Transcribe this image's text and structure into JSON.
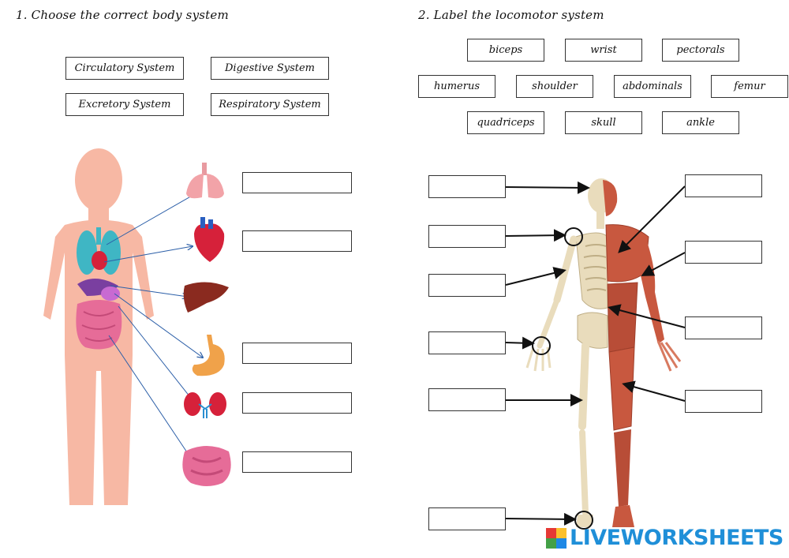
{
  "section1": {
    "title": "1. Choose the correct body system",
    "options": [
      "Circulatory System",
      "Digestive System",
      "Excretory System",
      "Respiratory System"
    ],
    "organs": [
      "lungs",
      "heart",
      "liver",
      "stomach",
      "kidneys",
      "intestines"
    ]
  },
  "section2": {
    "title": "2. Label the locomotor system",
    "words_row1": [
      "biceps",
      "wrist",
      "pectorals"
    ],
    "words_row2": [
      "humerus",
      "shoulder",
      "abdominals",
      "femur"
    ],
    "words_row3": [
      "quadriceps",
      "skull",
      "ankle"
    ]
  },
  "brand": {
    "text": "LIVEWORKSHEETS",
    "mark": "LIVE"
  },
  "colors": {
    "body": "#f7b8a4",
    "lungs": "#3fb6c4",
    "heart": "#d6213a",
    "liver": "#8a2a1f",
    "stomach": "#f0a24a",
    "intestine": "#e66c98",
    "arrow_blue": "#2c5fa8",
    "bone": "#e9dcbc",
    "muscle": "#c8583f",
    "brand": "#1f8fd8"
  }
}
